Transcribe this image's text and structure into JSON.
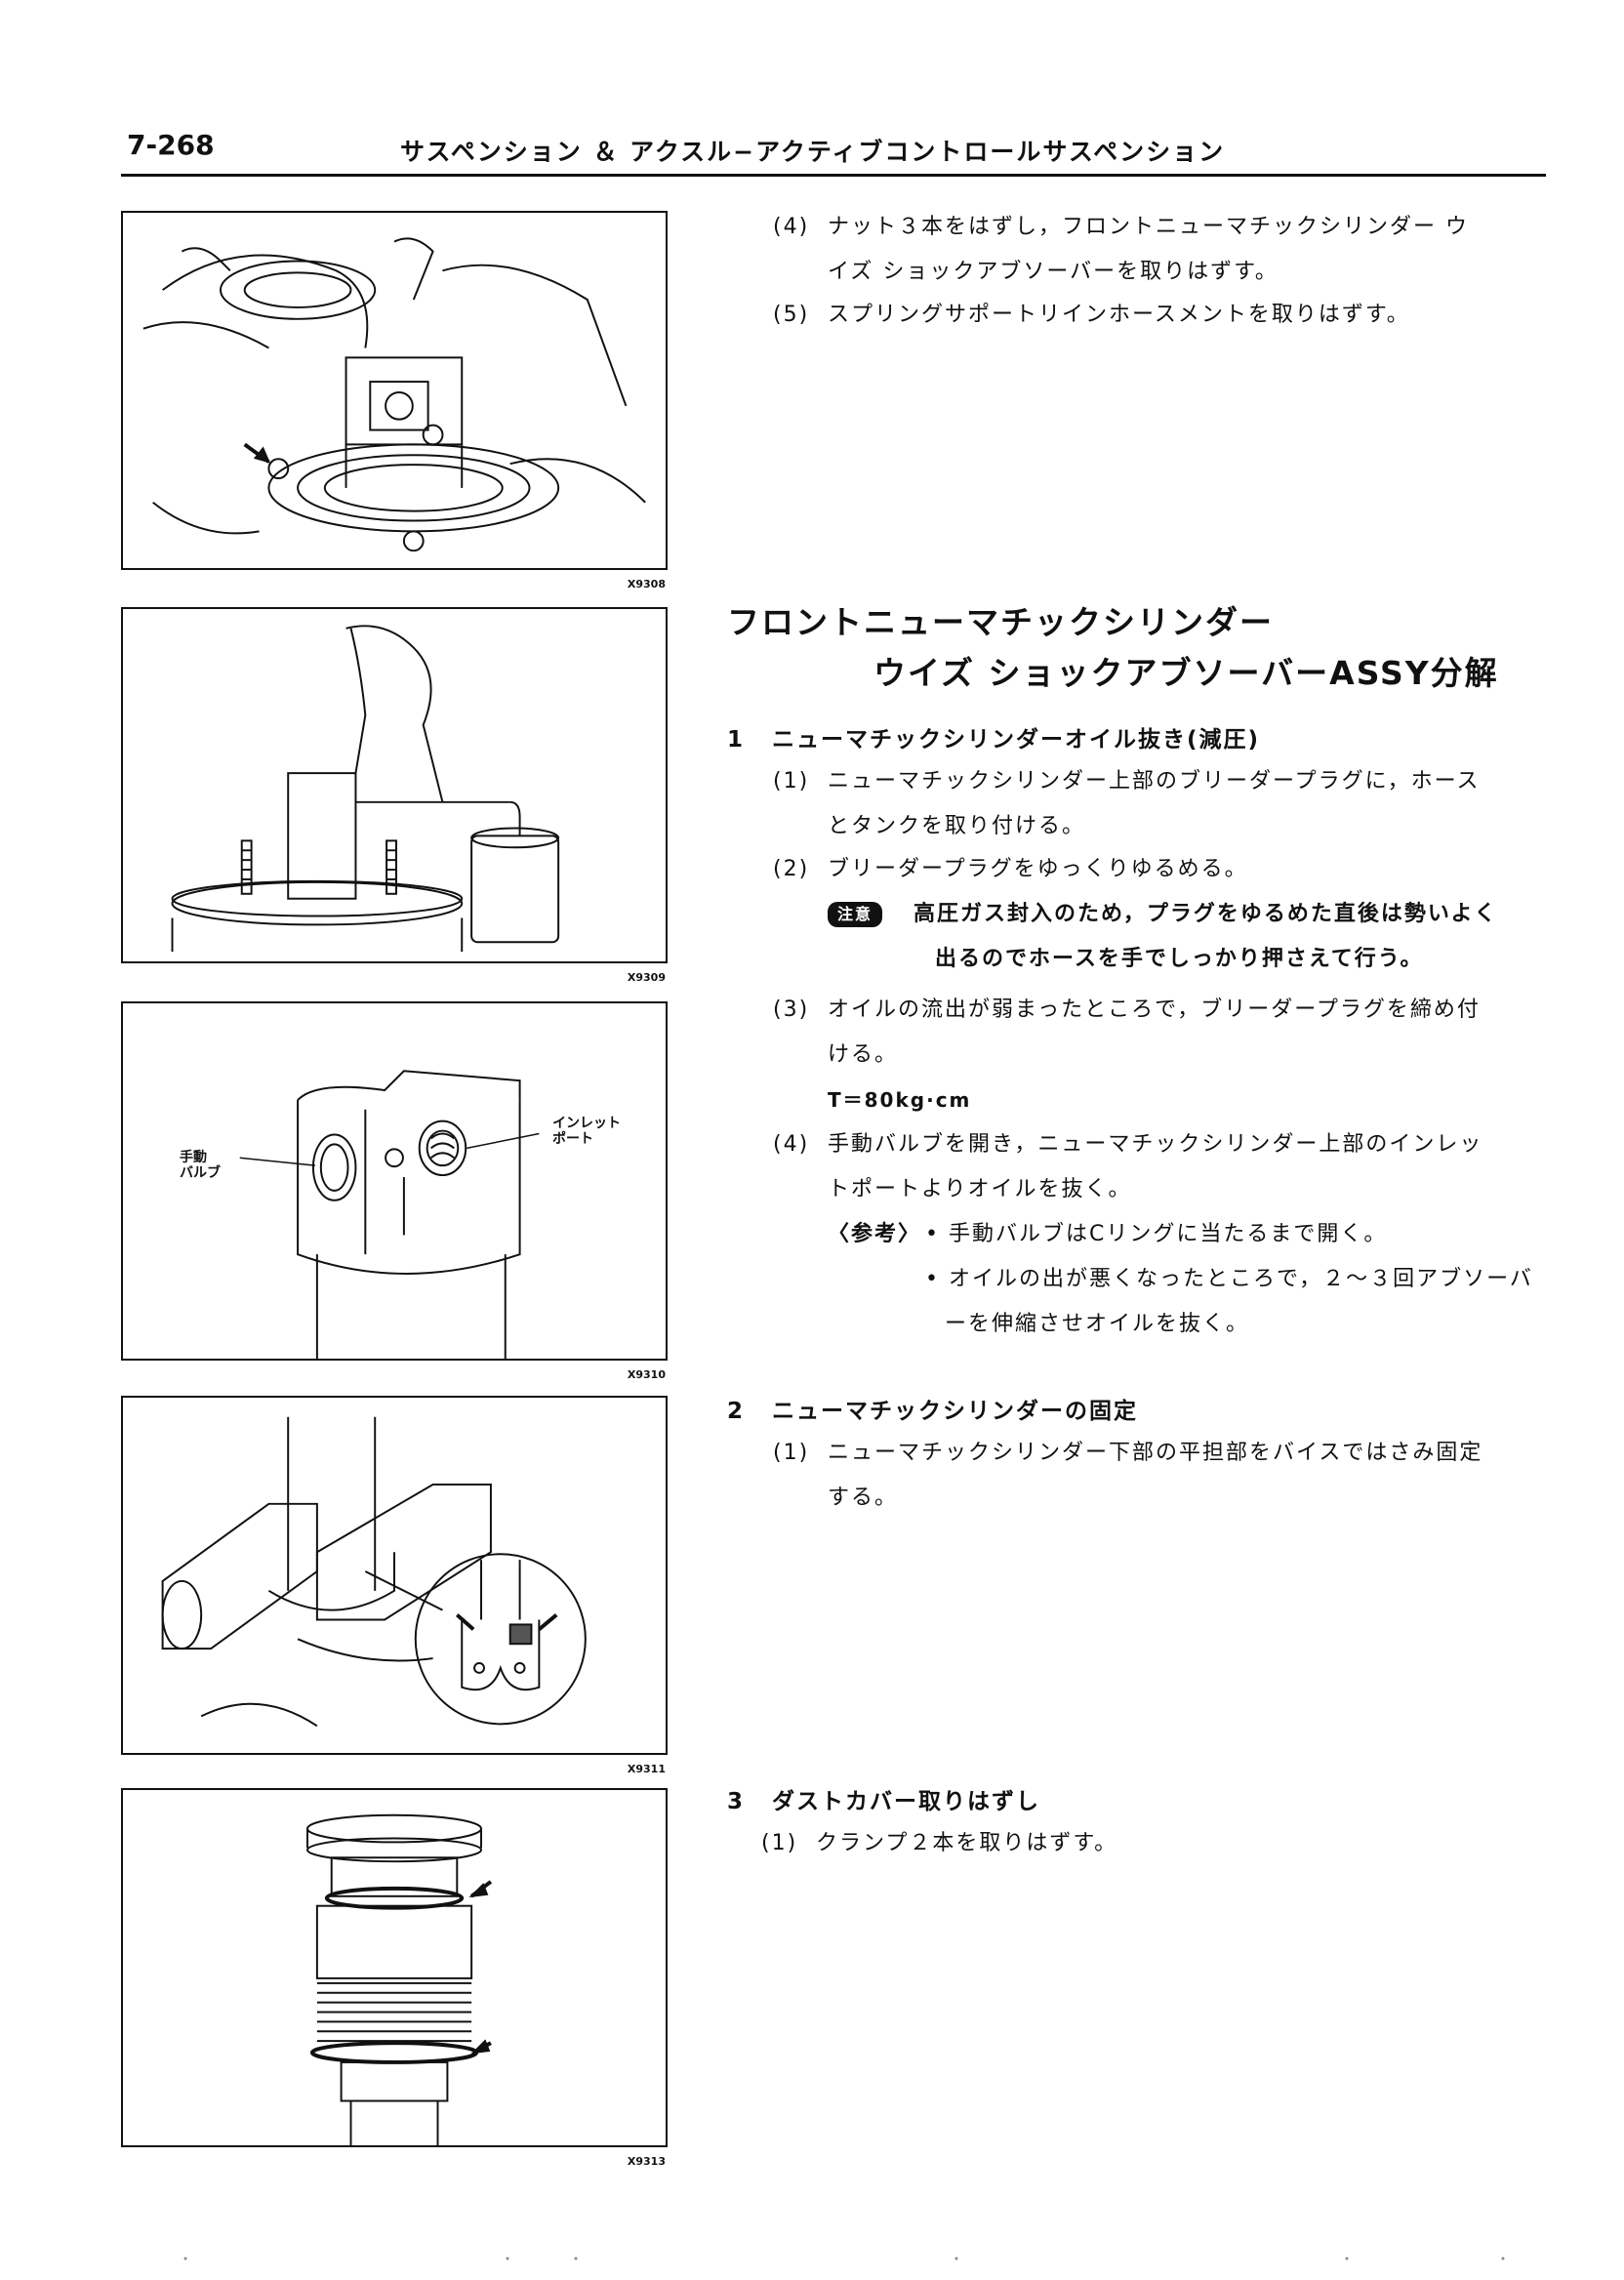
{
  "header": {
    "page_number": "7-268",
    "title": "サスペンション ＆ アクスル−アクティブコントロールサスペンション"
  },
  "figures": [
    {
      "code": "X9308"
    },
    {
      "code": "X9309"
    },
    {
      "code": "X9310",
      "label_manual_valve": "手動\nバルブ",
      "label_inlet_port": "インレット\nポート"
    },
    {
      "code": "X9311"
    },
    {
      "code": "X9313"
    }
  ],
  "top_steps": [
    {
      "num": "(4)",
      "line1": "ナット３本をはずし，フロントニューマチックシリンダー ウ",
      "line2": "イズ ショックアブソーバーを取りはずす。"
    },
    {
      "num": "(5)",
      "line1": "スプリングサポートリインホースメントを取りはずす。"
    }
  ],
  "section": {
    "title_line1": "フロントニューマチックシリンダー",
    "title_line2": "ウイズ ショックアブソーバーASSY分解"
  },
  "step1": {
    "num": "1",
    "title": "ニューマチックシリンダーオイル抜き(減圧)",
    "sub1_num": "(1)",
    "sub1_line1": "ニューマチックシリンダー上部のブリーダープラグに，ホース",
    "sub1_line2": "とタンクを取り付ける。",
    "sub2_num": "(2)",
    "sub2_line1": "ブリーダープラグをゆっくりゆるめる。",
    "caution_badge": "注意",
    "caution_line1": "高圧ガス封入のため，プラグをゆるめた直後は勢いよく",
    "caution_line2": "出るのでホースを手でしっかり押さえて行う。",
    "sub3_num": "(3)",
    "sub3_line1": "オイルの流出が弱まったところで，ブリーダープラグを締め付",
    "sub3_line2": "ける。",
    "torque": "T＝80kg·cm",
    "sub4_num": "(4)",
    "sub4_line1": "手動バルブを開き，ニューマチックシリンダー上部のインレッ",
    "sub4_line2": "トポートよりオイルを抜く。",
    "ref_label": "〈参考〉",
    "ref1": "• 手動バルブはCリングに当たるまで開く。",
    "ref2_line1": "• オイルの出が悪くなったところで，２〜３回アブソーバ",
    "ref2_line2": "ーを伸縮させオイルを抜く。"
  },
  "step2": {
    "num": "2",
    "title": "ニューマチックシリンダーの固定",
    "sub1_num": "(1)",
    "sub1_line1": "ニューマチックシリンダー下部の平担部をバイスではさみ固定",
    "sub1_line2": "する。"
  },
  "step3": {
    "num": "3",
    "title": "ダストカバー取りはずし",
    "sub1_num": "(1)",
    "sub1_line1": "クランプ２本を取りはずす。"
  }
}
